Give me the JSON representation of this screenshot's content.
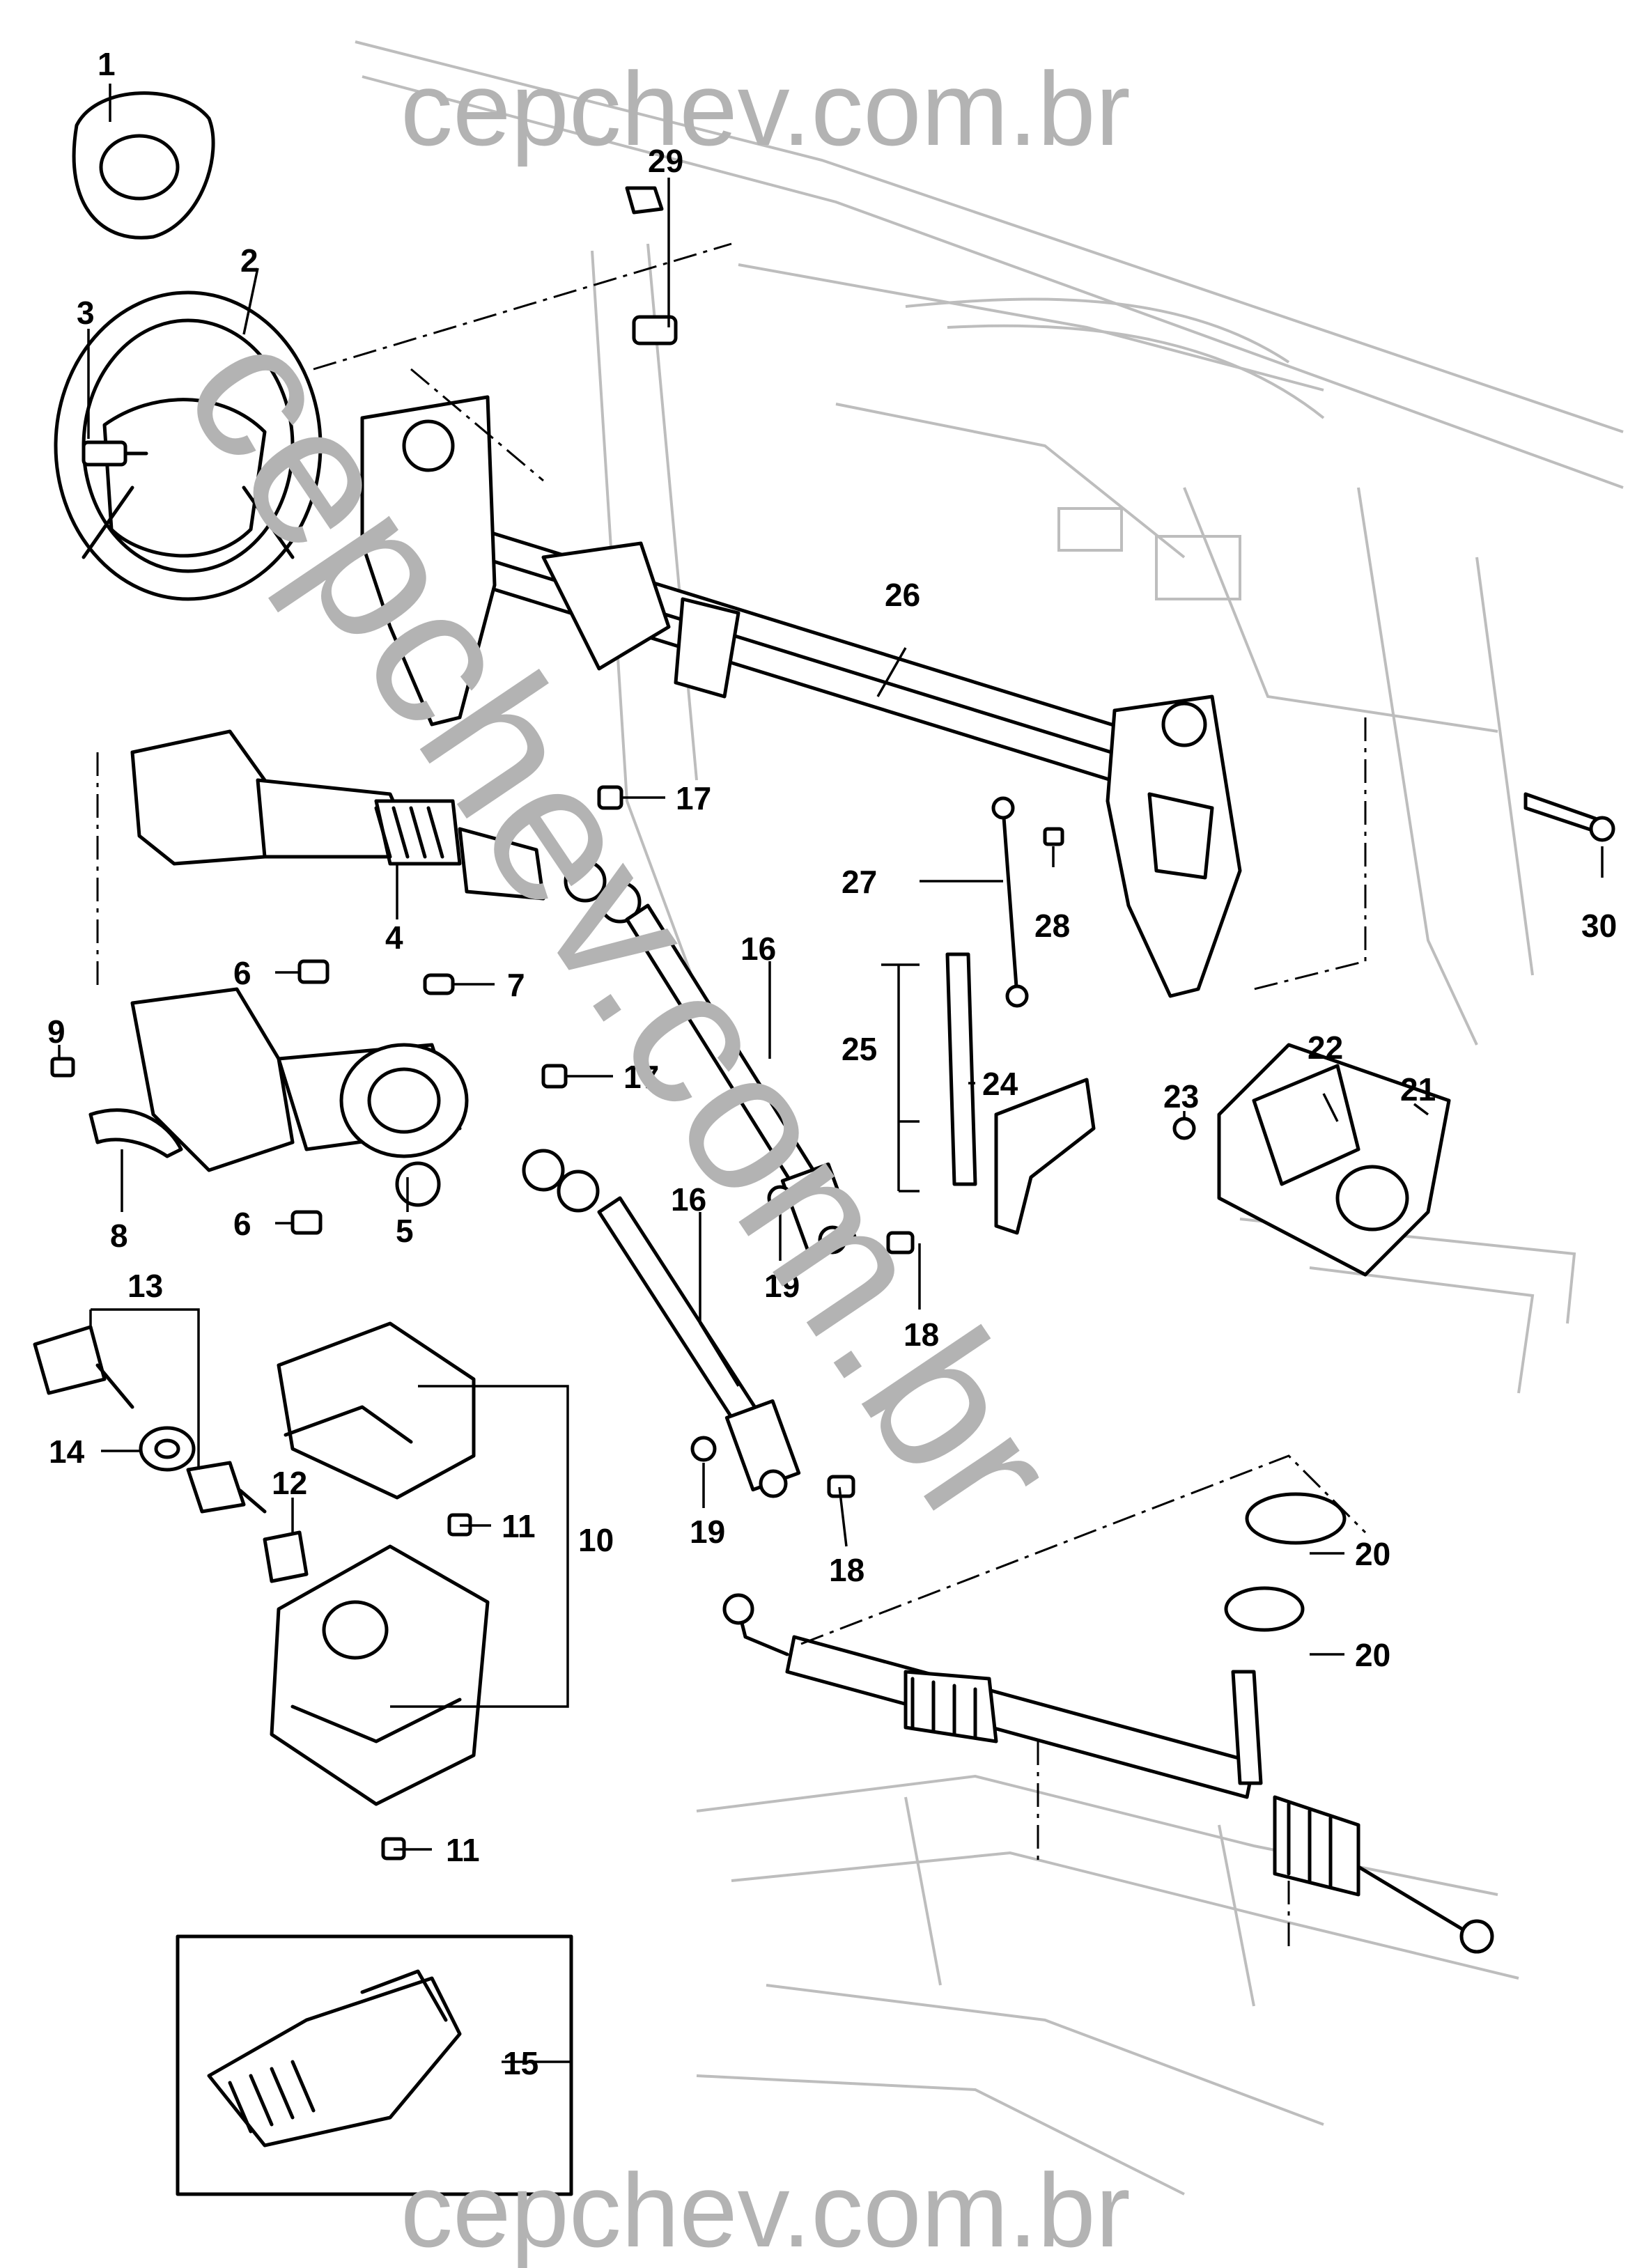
{
  "watermark": {
    "top": "cepchev.com.br",
    "bottom": "cepchev.com.br",
    "diagonal": "cepchev.com.br",
    "color": "#b3b3b3"
  },
  "callouts": [
    "1",
    "2",
    "3",
    "4",
    "5",
    "6",
    "6",
    "7",
    "8",
    "9",
    "10",
    "11",
    "11",
    "12",
    "13",
    "14",
    "15",
    "16",
    "16",
    "17",
    "17",
    "18",
    "18",
    "19",
    "19",
    "20",
    "20",
    "21",
    "22",
    "23",
    "24",
    "25",
    "26",
    "27",
    "28",
    "29",
    "30"
  ],
  "colors": {
    "line": "#000000",
    "ghost": "#bdbdbd",
    "background": "#ffffff"
  }
}
